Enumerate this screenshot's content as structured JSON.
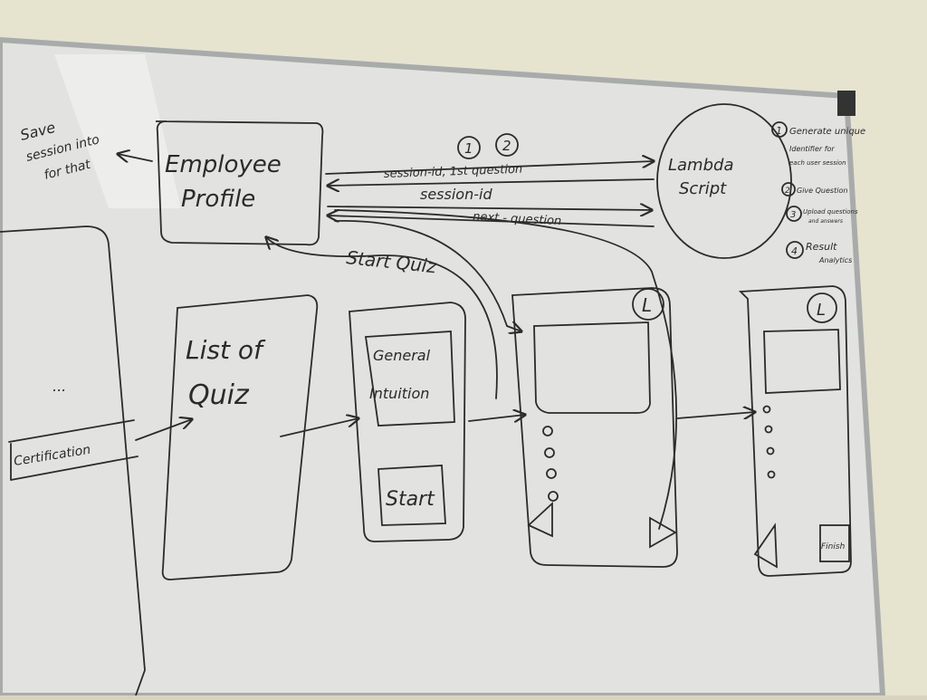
{
  "colors": {
    "wall": "#e6e3cf",
    "board": "#e3e3e1",
    "frame": "#a9abab",
    "ink": "#2b2b2b"
  },
  "board": {
    "note_top_left": [
      "Save",
      "session into",
      "for that"
    ],
    "employee_profile": [
      "Employee",
      "Profile"
    ],
    "arrow_numbers": [
      "1",
      "2"
    ],
    "arrows": {
      "session_first_question": "session-id, 1st question",
      "session_id": "session-id",
      "next_question": "next - question"
    },
    "lambda": [
      "Lambda",
      "Script"
    ],
    "lambda_notes": [
      {
        "num": "1",
        "lines": [
          "Generate unique",
          "Identifier for",
          "each user session"
        ]
      },
      {
        "num": "2",
        "lines": [
          "Give Question"
        ]
      },
      {
        "num": "3",
        "lines": [
          "Upload questions",
          "and answers"
        ]
      },
      {
        "num": "4",
        "lines": [
          "Result",
          "Analytics"
        ]
      }
    ],
    "left_panel_item": "Certification",
    "left_panel_dots": "...",
    "list_of_quiz": [
      "List of",
      "Quiz"
    ],
    "start_quiz_label": "Start Quiz",
    "quiz_card": [
      "General",
      "Intuition"
    ],
    "start_button": "Start",
    "timer_glyph": "L",
    "finish_button": "Finish"
  }
}
